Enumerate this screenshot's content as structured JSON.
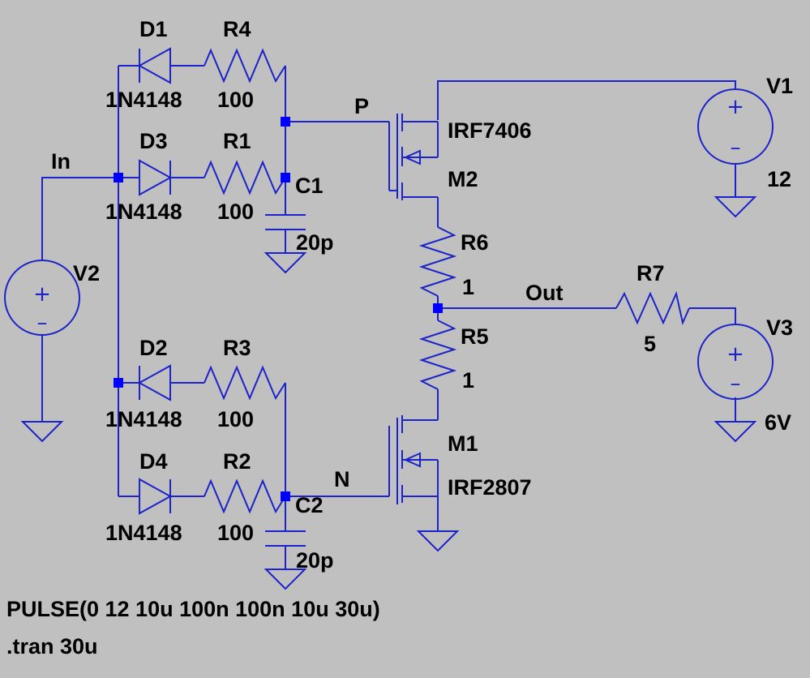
{
  "colors": {
    "background": "#c0c0c0",
    "wire": "#1c23c8",
    "node": "#0000ff",
    "text": "#000000"
  },
  "nets": {
    "in": "In",
    "p": "P",
    "n": "N",
    "out": "Out"
  },
  "components": {
    "D1": {
      "name": "D1",
      "value": "1N4148"
    },
    "D2": {
      "name": "D2",
      "value": "1N4148"
    },
    "D3": {
      "name": "D3",
      "value": "1N4148"
    },
    "D4": {
      "name": "D4",
      "value": "1N4148"
    },
    "R1": {
      "name": "R1",
      "value": "100"
    },
    "R2": {
      "name": "R2",
      "value": "100"
    },
    "R3": {
      "name": "R3",
      "value": "100"
    },
    "R4": {
      "name": "R4",
      "value": "100"
    },
    "R5": {
      "name": "R5",
      "value": "1"
    },
    "R6": {
      "name": "R6",
      "value": "1"
    },
    "R7": {
      "name": "R7",
      "value": "5"
    },
    "C1": {
      "name": "C1",
      "value": "20p"
    },
    "C2": {
      "name": "C2",
      "value": "20p"
    },
    "M1": {
      "name": "M1",
      "value": "IRF2807"
    },
    "M2": {
      "name": "M2",
      "value": "IRF7406"
    },
    "V1": {
      "name": "V1",
      "value": "12"
    },
    "V2": {
      "name": "V2",
      "value": ""
    },
    "V3": {
      "name": "V3",
      "value": "6V"
    }
  },
  "symbols": {
    "plus": "+",
    "minus": "–"
  },
  "directives": {
    "source": "PULSE(0 12 10u 100n 100n 10u 30u)",
    "tran": ".tran 30u"
  }
}
